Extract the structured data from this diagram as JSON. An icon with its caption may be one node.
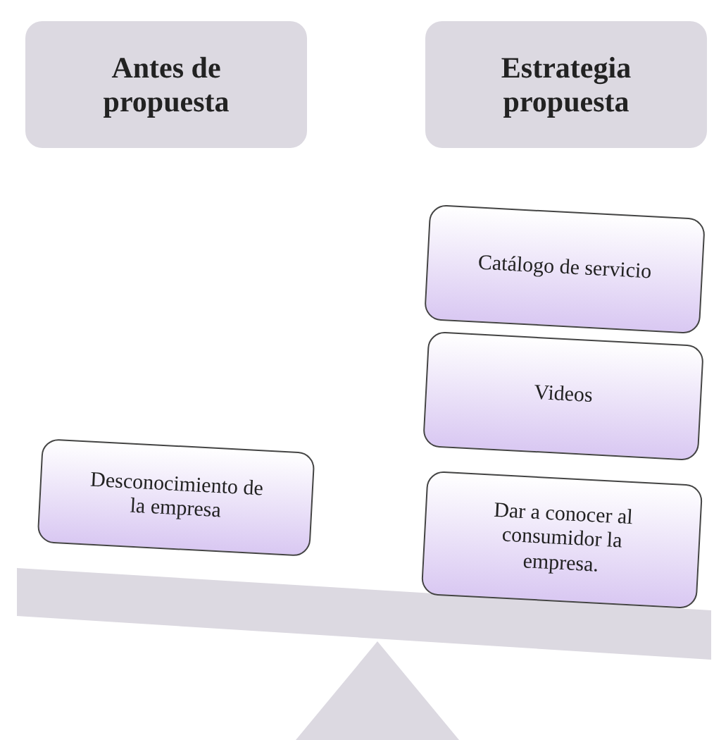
{
  "diagram": {
    "nodes": [
      {
        "text": [
          "Antes de propuesta"
        ]
      },
      {
        "text": [
          "Estrategia propuesta"
        ]
      },
      {
        "text": [
          "Desconocimiento de la empresa"
        ]
      },
      {
        "text": [
          "Catálogo de servicio"
        ]
      },
      {
        "text": [
          "Videos"
        ]
      },
      {
        "text": [
          "Dar a conocer al consumidor la empresa."
        ]
      }
    ],
    "edges": []
  }
}
